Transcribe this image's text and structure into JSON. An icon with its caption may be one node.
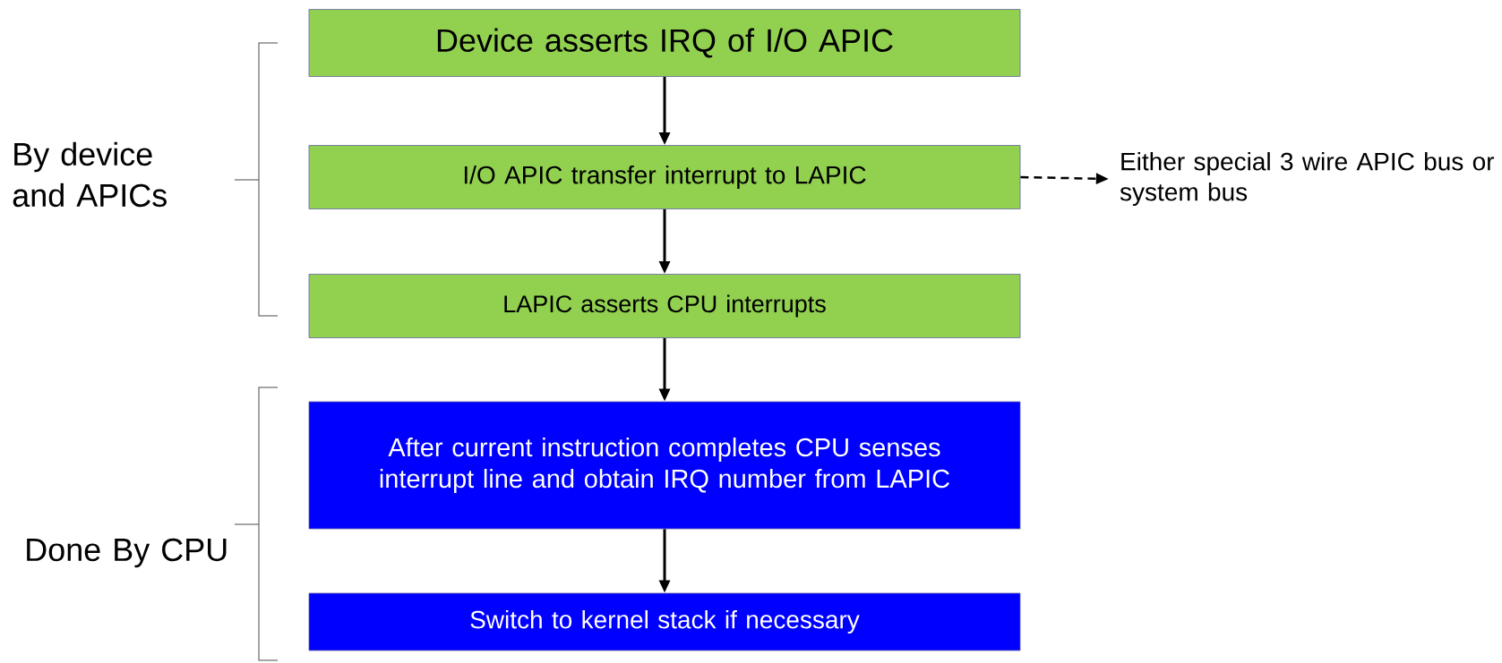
{
  "diagram": {
    "nodes": [
      {
        "text": [
          "Device asserts IRQ of I/O APIC"
        ]
      },
      {
        "text": [
          "I/O APIC transfer interrupt to LAPIC"
        ]
      },
      {
        "text": [
          "LAPIC asserts CPU interrupts"
        ]
      },
      {
        "text": [
          "After current instruction completes CPU senses interrupt line and obtain IRQ number from LAPIC"
        ]
      },
      {
        "text": [
          "Switch to kernel stack if necessary"
        ]
      },
      {
        "text": [
          "Either special 3 wire APIC bus or system bus"
        ]
      }
    ],
    "edges": [
      {
        "from": 0,
        "to": 1,
        "arrow": "to"
      },
      {
        "from": 1,
        "to": 2,
        "arrow": "to"
      },
      {
        "from": 2,
        "to": 3,
        "arrow": "to"
      },
      {
        "from": 3,
        "to": 4,
        "arrow": "to"
      },
      {
        "from": 1,
        "to": 5,
        "arrow": "to",
        "style": "dashed"
      }
    ],
    "labels": [
      "By device and APICs",
      "Done By CPU"
    ]
  }
}
